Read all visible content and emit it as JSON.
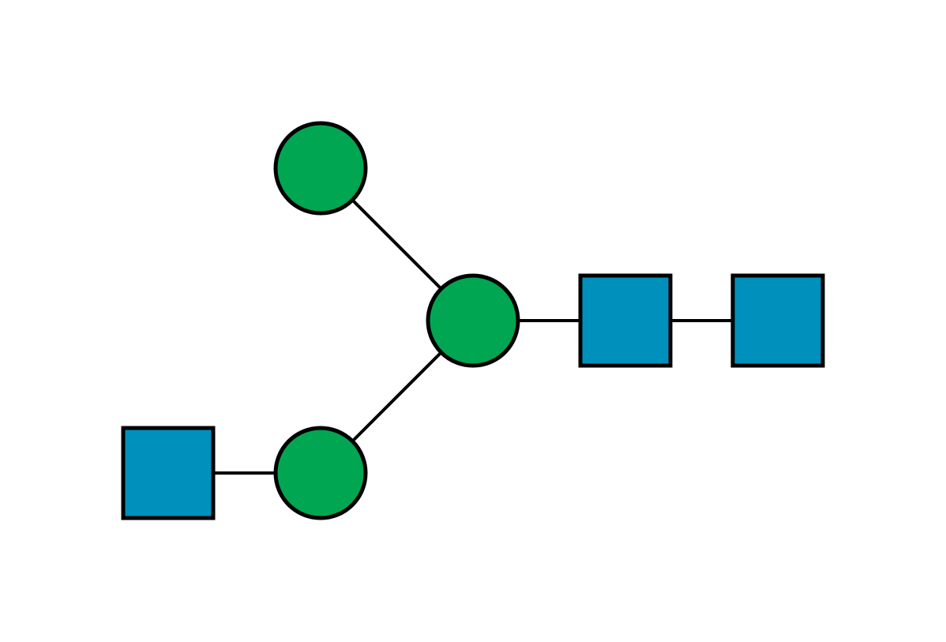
{
  "diagram": {
    "colors": {
      "background": "#ffffff",
      "outline": "#000000",
      "circle_fill": "#00a651",
      "square_fill": "#0090bc"
    },
    "residues": [
      {
        "id": "circle-top",
        "shape": "circle",
        "color": "circle_fill"
      },
      {
        "id": "circle-center",
        "shape": "circle",
        "color": "circle_fill"
      },
      {
        "id": "circle-bottom",
        "shape": "circle",
        "color": "circle_fill"
      },
      {
        "id": "square-right-1",
        "shape": "square",
        "color": "square_fill"
      },
      {
        "id": "square-right-2",
        "shape": "square",
        "color": "square_fill"
      },
      {
        "id": "square-left",
        "shape": "square",
        "color": "square_fill"
      }
    ],
    "links": [
      {
        "from": "circle-top",
        "to": "circle-center"
      },
      {
        "from": "circle-bottom",
        "to": "circle-center"
      },
      {
        "from": "circle-center",
        "to": "square-right-1"
      },
      {
        "from": "square-right-1",
        "to": "square-right-2"
      },
      {
        "from": "square-left",
        "to": "circle-bottom"
      }
    ]
  }
}
